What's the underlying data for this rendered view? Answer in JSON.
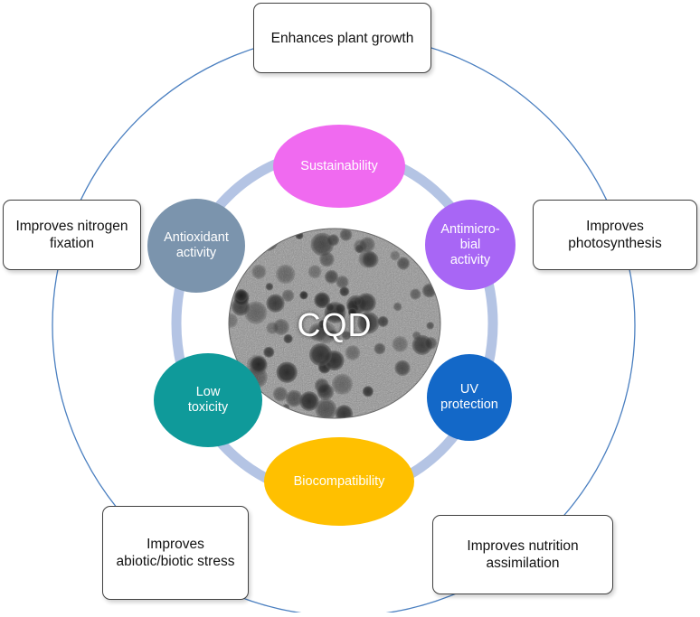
{
  "core": {
    "label": "CQD"
  },
  "properties": [
    {
      "lines": [
        "Sustainability"
      ],
      "color": "#f06af0"
    },
    {
      "lines": [
        "Antimicro-",
        "bial",
        "activity"
      ],
      "color": "#a866f5"
    },
    {
      "lines": [
        "UV",
        "protection"
      ],
      "color": "#1368c8"
    },
    {
      "lines": [
        "Biocompatibility"
      ],
      "color": "#ffc000"
    },
    {
      "lines": [
        "Low",
        "toxicity"
      ],
      "color": "#0f9a9a"
    },
    {
      "lines": [
        "Antioxidant",
        "activity"
      ],
      "color": "#7b94ad"
    }
  ],
  "ring_color": "#b4c4e4",
  "outer_circle_color": "#4a7fc0",
  "benefits": [
    {
      "lines": [
        "Enhances plant growth"
      ]
    },
    {
      "lines": [
        "Improves",
        "photosynthesis"
      ]
    },
    {
      "lines": [
        "Improves nutrition",
        "assimilation"
      ]
    },
    {
      "lines": [
        "Improves",
        "abiotic/biotic stress"
      ]
    },
    {
      "lines": [
        "Improves nitrogen",
        "fixation"
      ]
    }
  ]
}
